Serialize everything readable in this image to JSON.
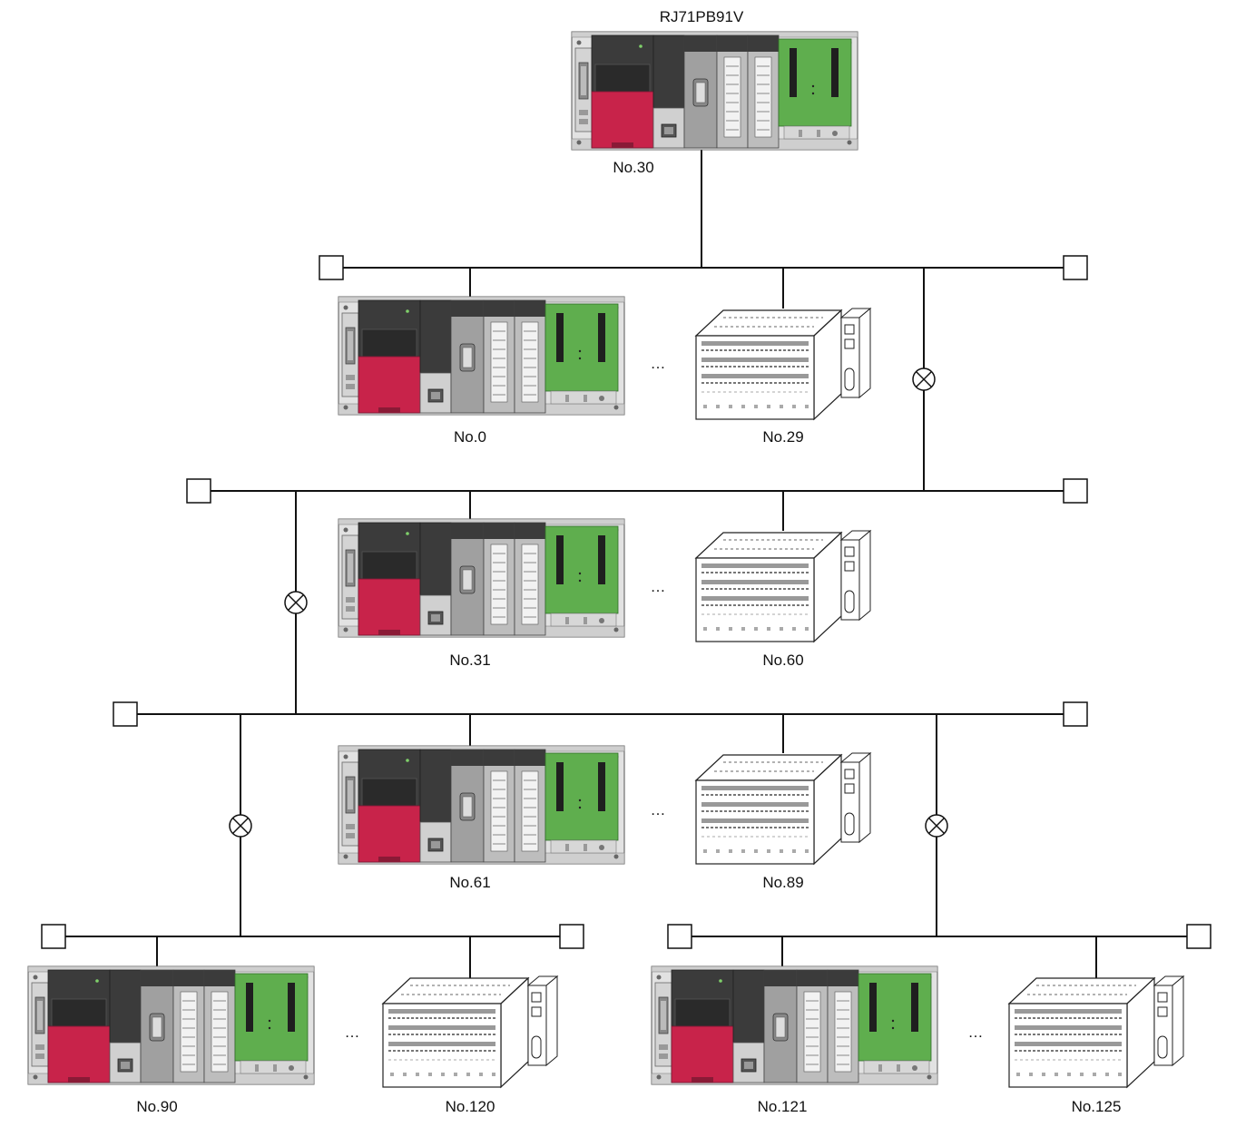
{
  "master": {
    "model": "RJ71PB91V",
    "station": "No.30"
  },
  "segments": [
    {
      "plc_station": "No.0",
      "slave_station": "No.29",
      "ellipsis": "…"
    },
    {
      "plc_station": "No.31",
      "slave_station": "No.60",
      "ellipsis": "…"
    },
    {
      "plc_station": "No.61",
      "slave_station": "No.89",
      "ellipsis": "…"
    },
    {
      "plc_station": "No.90",
      "slave_station": "No.120",
      "ellipsis": "…"
    },
    {
      "plc_station": "No.121",
      "slave_station": "No.125",
      "ellipsis": "…"
    }
  ],
  "colors": {
    "cpu_red": "#c8234a",
    "module_dark": "#3a3a3a",
    "module_gray": "#a0a0a0",
    "board_green": "#5fae4e",
    "base_light": "#e2e2e2"
  },
  "icons": {
    "terminator": "square-terminator-icon",
    "repeater": "circle-x-repeater-icon"
  }
}
